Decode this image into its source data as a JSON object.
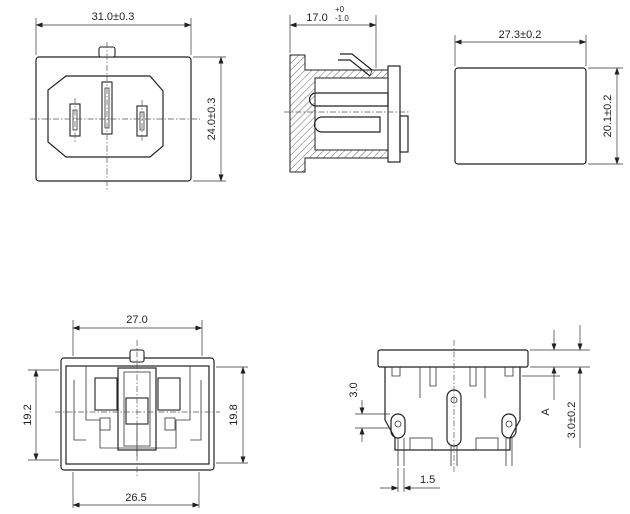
{
  "dimensions": {
    "front_width": "31.0",
    "front_width_tol": "±0.3",
    "front_height": "24.0",
    "front_height_tol": "±0.3",
    "side_depth": "17.0",
    "side_depth_tol_upper": "+0",
    "side_depth_tol_lower": "-1.0",
    "panel_width": "27.3",
    "panel_width_tol": "±0.2",
    "panel_height": "20.1",
    "panel_height_tol": "±0.2",
    "rear_top_width": "27.0",
    "rear_bottom_width": "26.5",
    "rear_left_height": "19.2",
    "rear_right_height": "19.8",
    "pin_offset": "3.0",
    "pin_pitch": "1.5",
    "flange_label": "A",
    "flange_thickness": "3.0",
    "flange_thickness_tol": "±0.2"
  }
}
